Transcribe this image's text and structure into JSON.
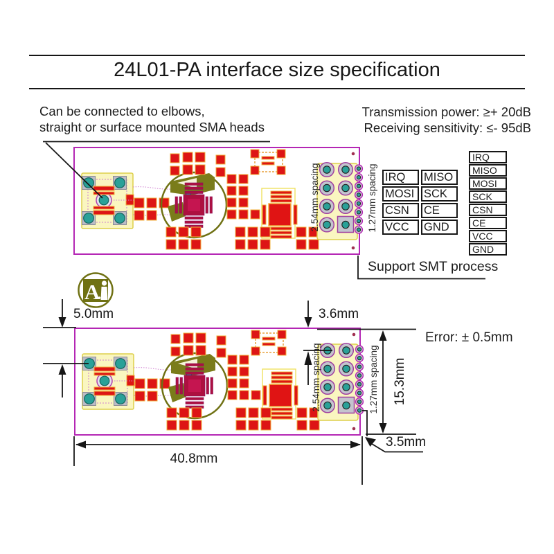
{
  "title": "24L01-PA interface size specification",
  "notes": {
    "sma_line1": "Can be connected to elbows,",
    "sma_line2": "straight or surface mounted SMA heads",
    "transmission_power": "Transmission power: ≥+ 20dB",
    "receiving_sensitivity": "Receiving sensitivity: ≤- 95dB",
    "smt": "Support SMT process",
    "error": "Error: ± 0.5mm"
  },
  "pin_table": {
    "rows": [
      [
        "IRQ",
        "MISO"
      ],
      [
        "MOSI",
        "SCK"
      ],
      [
        "CSN",
        "CE"
      ],
      [
        "VCC",
        "GND"
      ]
    ]
  },
  "pin_list": [
    "IRQ",
    "MISO",
    "MOSI",
    "SCK",
    "CSN",
    "CE",
    "VCC",
    "GND"
  ],
  "dimensions": {
    "board_top_to_hole": "5.0mm",
    "board_top_to_pad": "3.6mm",
    "board_height": "15.3mm",
    "edge_width": "3.5mm",
    "board_width": "40.8mm",
    "hole_spacing": "2.54mm spacing",
    "half_hole_spacing": "1.27mm spacing"
  },
  "logo": {
    "text": "A"
  },
  "colors": {
    "board_outline": "#b426b4",
    "pad_red": "#dd1515",
    "pad_halo": "#f2b33c",
    "hole_teal": "#2aa198",
    "silk_yellow": "#faf6c0",
    "olive": "#6f7113"
  }
}
